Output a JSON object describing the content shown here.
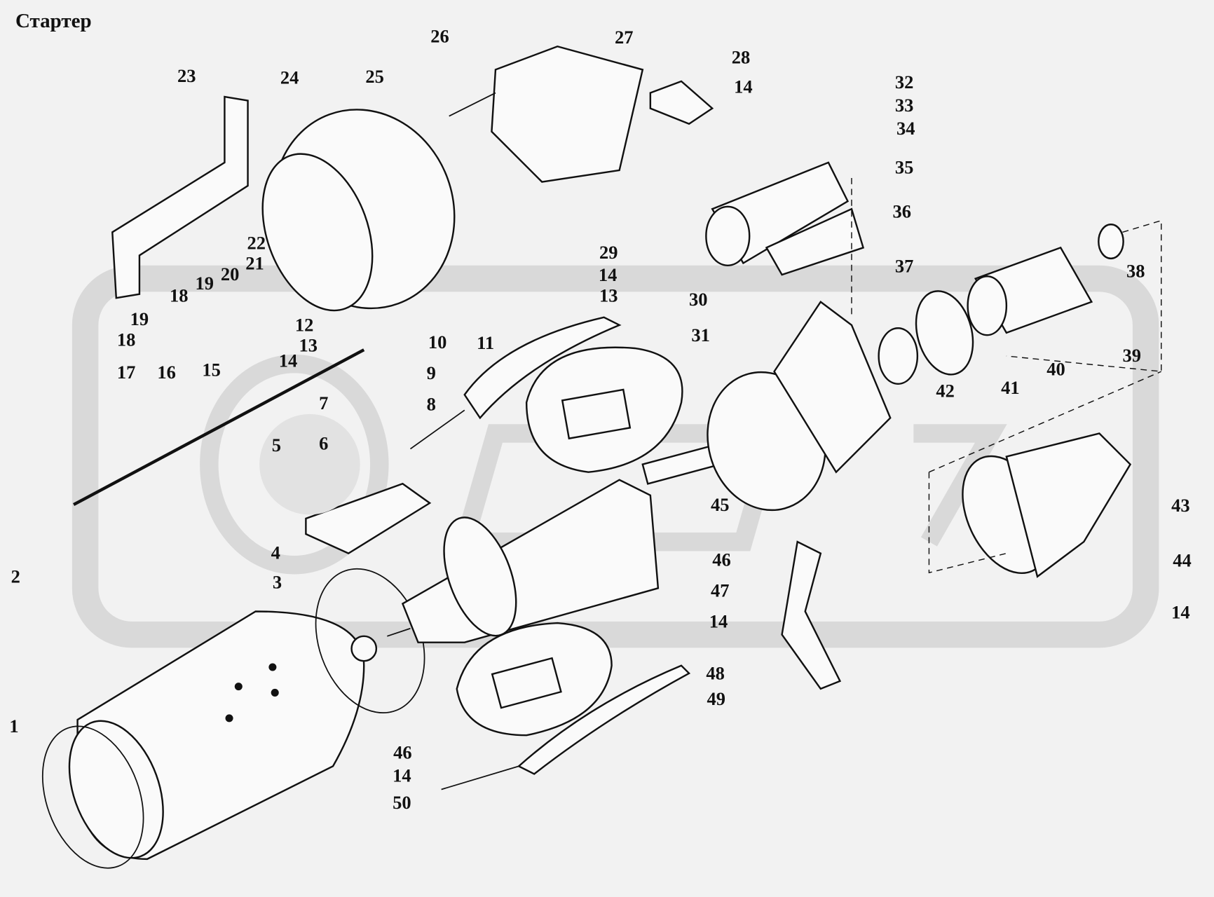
{
  "title": "Стартер",
  "callouts": [
    "26",
    "27",
    "28",
    "14",
    "23",
    "24",
    "25",
    "32",
    "33",
    "34",
    "35",
    "36",
    "22",
    "21",
    "20",
    "19",
    "18",
    "19",
    "18",
    "29",
    "14",
    "13",
    "30",
    "31",
    "37",
    "38",
    "39",
    "40",
    "41",
    "42",
    "12",
    "13",
    "14",
    "15",
    "16",
    "17",
    "10",
    "9",
    "8",
    "7",
    "11",
    "6",
    "5",
    "45",
    "43",
    "44",
    "4",
    "46",
    "47",
    "14",
    "2",
    "3",
    "14",
    "48",
    "49",
    "1",
    "46",
    "14",
    "50"
  ]
}
